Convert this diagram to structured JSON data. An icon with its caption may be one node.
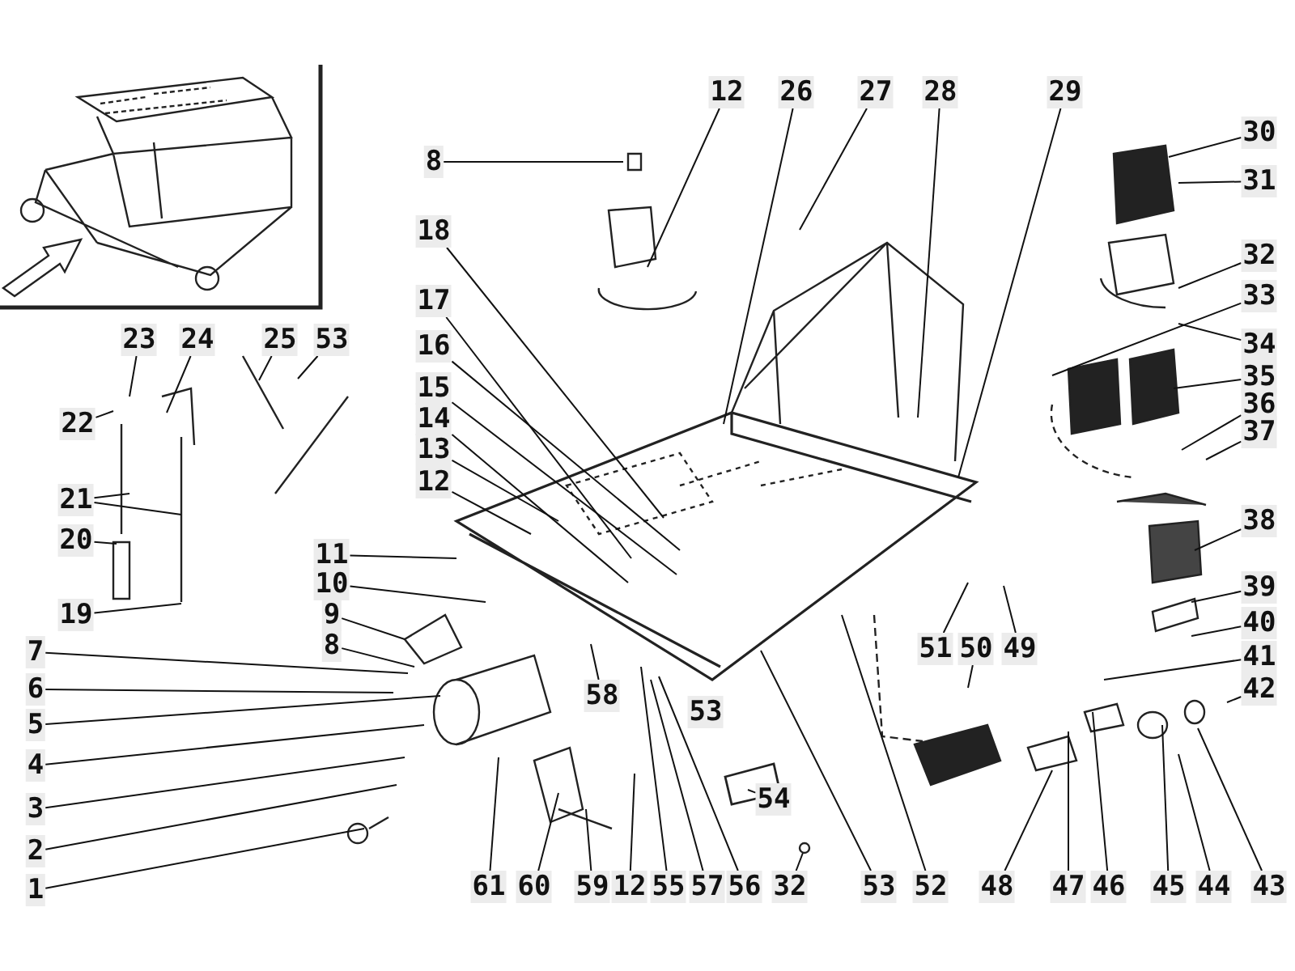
{
  "diagram": {
    "nodes": [
      {
        "text": [
          "8"
        ]
      },
      {
        "text": [
          "12"
        ]
      },
      {
        "text": [
          "26"
        ]
      },
      {
        "text": [
          "27"
        ]
      },
      {
        "text": [
          "28"
        ]
      },
      {
        "text": [
          "29"
        ]
      },
      {
        "text": [
          "30"
        ]
      },
      {
        "text": [
          "31"
        ]
      },
      {
        "text": [
          "18"
        ]
      },
      {
        "text": [
          "32"
        ]
      },
      {
        "text": [
          "33"
        ]
      },
      {
        "text": [
          "17"
        ]
      },
      {
        "text": [
          "23"
        ]
      },
      {
        "text": [
          "24"
        ]
      },
      {
        "text": [
          "25"
        ]
      },
      {
        "text": [
          "53"
        ]
      },
      {
        "text": [
          "16"
        ]
      },
      {
        "text": [
          "34"
        ]
      },
      {
        "text": [
          "35"
        ]
      },
      {
        "text": [
          "15"
        ]
      },
      {
        "text": [
          "36"
        ]
      },
      {
        "text": [
          "14"
        ]
      },
      {
        "text": [
          "22"
        ]
      },
      {
        "text": [
          "37"
        ]
      },
      {
        "text": [
          "13"
        ]
      },
      {
        "text": [
          "12"
        ]
      },
      {
        "text": [
          "21"
        ]
      },
      {
        "text": [
          "38"
        ]
      },
      {
        "text": [
          "20"
        ]
      },
      {
        "text": [
          "11"
        ]
      },
      {
        "text": [
          "10"
        ]
      },
      {
        "text": [
          "39"
        ]
      },
      {
        "text": [
          "19"
        ]
      },
      {
        "text": [
          "9"
        ]
      },
      {
        "text": [
          "40"
        ]
      },
      {
        "text": [
          "7"
        ]
      },
      {
        "text": [
          "8"
        ]
      },
      {
        "text": [
          "51"
        ]
      },
      {
        "text": [
          "50"
        ]
      },
      {
        "text": [
          "49"
        ]
      },
      {
        "text": [
          "41"
        ]
      },
      {
        "text": [
          "6"
        ]
      },
      {
        "text": [
          "42"
        ]
      },
      {
        "text": [
          "58"
        ]
      },
      {
        "text": [
          "53"
        ]
      },
      {
        "text": [
          "5"
        ]
      },
      {
        "text": [
          "4"
        ]
      },
      {
        "text": [
          "3"
        ]
      },
      {
        "text": [
          "54"
        ]
      },
      {
        "text": [
          "2"
        ]
      },
      {
        "text": [
          "1"
        ]
      },
      {
        "text": [
          "61"
        ]
      },
      {
        "text": [
          "60"
        ]
      },
      {
        "text": [
          "59"
        ]
      },
      {
        "text": [
          "12"
        ]
      },
      {
        "text": [
          "55"
        ]
      },
      {
        "text": [
          "57"
        ]
      },
      {
        "text": [
          "56"
        ]
      },
      {
        "text": [
          "32"
        ]
      },
      {
        "text": [
          "53"
        ]
      },
      {
        "text": [
          "52"
        ]
      },
      {
        "text": [
          "48"
        ]
      },
      {
        "text": [
          "47"
        ]
      },
      {
        "text": [
          "46"
        ]
      },
      {
        "text": [
          "45"
        ]
      },
      {
        "text": [
          "44"
        ]
      },
      {
        "text": [
          "43"
        ]
      }
    ],
    "edges": [
      {
        "from": 0,
        "to": null,
        "arrow": "none"
      },
      {
        "from": 1,
        "to": null,
        "arrow": "none"
      },
      {
        "from": 2,
        "to": null,
        "arrow": "none"
      },
      {
        "from": 3,
        "to": null,
        "arrow": "none"
      },
      {
        "from": 4,
        "to": null,
        "arrow": "none"
      },
      {
        "from": 5,
        "to": null,
        "arrow": "none"
      },
      {
        "from": 6,
        "to": null,
        "arrow": "none"
      },
      {
        "from": 7,
        "to": null,
        "arrow": "none"
      },
      {
        "from": 8,
        "to": null,
        "arrow": "none"
      },
      {
        "from": 9,
        "to": null,
        "arrow": "none"
      },
      {
        "from": 10,
        "to": null,
        "arrow": "none"
      },
      {
        "from": 11,
        "to": null,
        "arrow": "none"
      },
      {
        "from": 12,
        "to": null,
        "arrow": "none"
      },
      {
        "from": 13,
        "to": null,
        "arrow": "none"
      },
      {
        "from": 14,
        "to": null,
        "arrow": "none"
      },
      {
        "from": 15,
        "to": null,
        "arrow": "none"
      },
      {
        "from": 16,
        "to": null,
        "arrow": "none"
      },
      {
        "from": 17,
        "to": null,
        "arrow": "none"
      },
      {
        "from": 18,
        "to": null,
        "arrow": "none"
      },
      {
        "from": 19,
        "to": null,
        "arrow": "none"
      },
      {
        "from": 20,
        "to": null,
        "arrow": "none"
      },
      {
        "from": 21,
        "to": null,
        "arrow": "none"
      },
      {
        "from": 22,
        "to": null,
        "arrow": "none"
      },
      {
        "from": 23,
        "to": null,
        "arrow": "none"
      },
      {
        "from": 24,
        "to": null,
        "arrow": "none"
      },
      {
        "from": 25,
        "to": null,
        "arrow": "none"
      },
      {
        "from": 26,
        "to": null,
        "arrow": "none"
      },
      {
        "from": 26,
        "to": null,
        "arrow": "none"
      },
      {
        "from": 27,
        "to": null,
        "arrow": "none"
      },
      {
        "from": 28,
        "to": null,
        "arrow": "none"
      },
      {
        "from": 29,
        "to": null,
        "arrow": "none"
      },
      {
        "from": 30,
        "to": null,
        "arrow": "none"
      },
      {
        "from": 31,
        "to": null,
        "arrow": "none"
      },
      {
        "from": 32,
        "to": null,
        "arrow": "none"
      },
      {
        "from": 33,
        "to": null,
        "arrow": "none"
      },
      {
        "from": 34,
        "to": null,
        "arrow": "none"
      },
      {
        "from": 35,
        "to": null,
        "arrow": "none"
      },
      {
        "from": 36,
        "to": null,
        "arrow": "none"
      },
      {
        "from": 37,
        "to": null,
        "arrow": "none"
      },
      {
        "from": 38,
        "to": null,
        "arrow": "none"
      },
      {
        "from": 39,
        "to": null,
        "arrow": "none"
      },
      {
        "from": 40,
        "to": null,
        "arrow": "none"
      },
      {
        "from": 41,
        "to": null,
        "arrow": "none"
      },
      {
        "from": 42,
        "to": null,
        "arrow": "none"
      },
      {
        "from": 43,
        "to": null,
        "arrow": "none"
      },
      {
        "from": 45,
        "to": null,
        "arrow": "none"
      },
      {
        "from": 46,
        "to": null,
        "arrow": "none"
      },
      {
        "from": 47,
        "to": null,
        "arrow": "none"
      },
      {
        "from": 48,
        "to": null,
        "arrow": "none"
      },
      {
        "from": 49,
        "to": null,
        "arrow": "none"
      },
      {
        "from": 50,
        "to": null,
        "arrow": "none"
      },
      {
        "from": 51,
        "to": null,
        "arrow": "none"
      },
      {
        "from": 52,
        "to": null,
        "arrow": "none"
      },
      {
        "from": 53,
        "to": null,
        "arrow": "none"
      },
      {
        "from": 54,
        "to": null,
        "arrow": "none"
      },
      {
        "from": 55,
        "to": null,
        "arrow": "none"
      },
      {
        "from": 56,
        "to": null,
        "arrow": "none"
      },
      {
        "from": 57,
        "to": null,
        "arrow": "none"
      },
      {
        "from": 58,
        "to": null,
        "arrow": "none"
      },
      {
        "from": 59,
        "to": null,
        "arrow": "none"
      },
      {
        "from": 60,
        "to": null,
        "arrow": "none"
      },
      {
        "from": 61,
        "to": null,
        "arrow": "none"
      },
      {
        "from": 62,
        "to": null,
        "arrow": "none"
      },
      {
        "from": 63,
        "to": null,
        "arrow": "none"
      },
      {
        "from": 64,
        "to": null,
        "arrow": "none"
      },
      {
        "from": 65,
        "to": null,
        "arrow": "none"
      },
      {
        "from": 66,
        "to": null,
        "arrow": "none"
      }
    ]
  }
}
